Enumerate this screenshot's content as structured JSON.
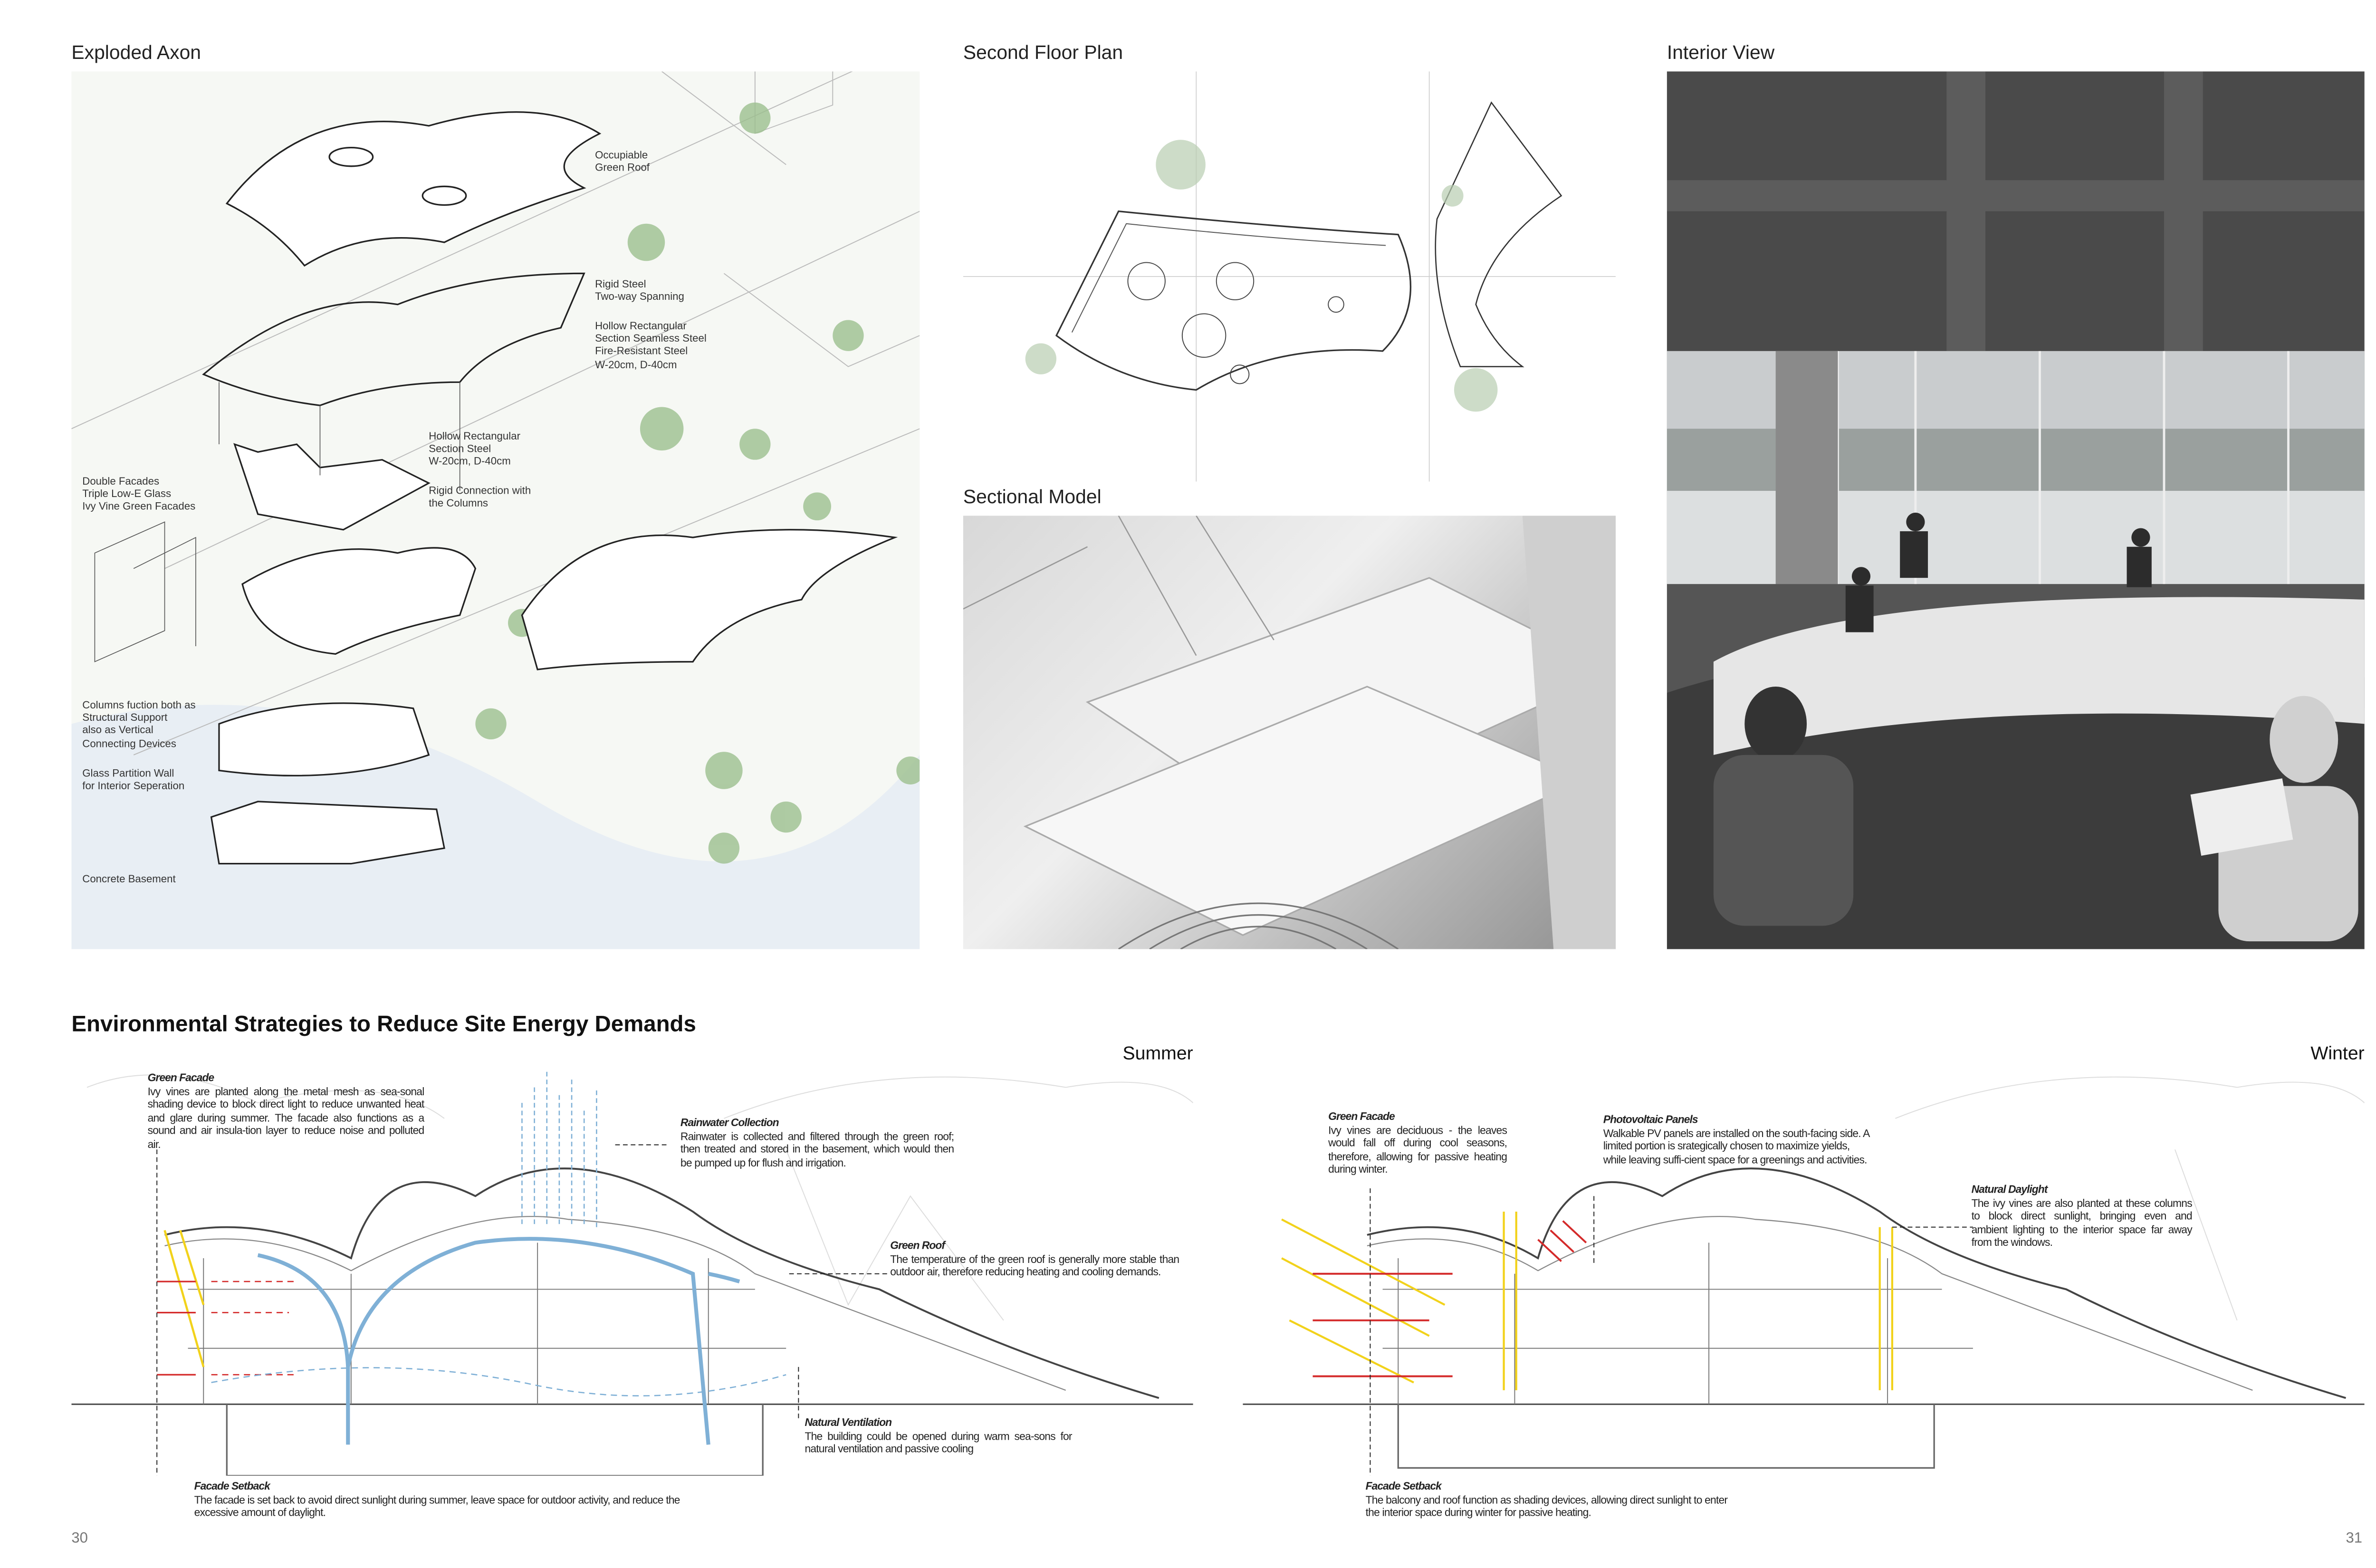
{
  "panels": {
    "axon": {
      "title": "Exploded Axon",
      "labels": {
        "green_roof": "Occupiable\nGreen Roof",
        "rigid_steel": "Rigid Steel\nTwo-way Spanning",
        "hollow_seamless": "Hollow Rectangular\nSection Seamless Steel\nFire-Resistant Steel\nW-20cm, D-40cm",
        "hollow_section": "Hollow Rectangular\nSection Steel\nW-20cm, D-40cm",
        "rigid_connection": "Rigid Connection with\nthe Columns",
        "double_facades": "Double Facades\nTriple Low-E Glass\nIvy Vine Green Facades",
        "columns": "Columns fuction both as\nStructural Support\nalso as Vertical\nConnecting Devices",
        "glass_partition": "Glass Partition Wall\nfor Interior Seperation",
        "basement": "Concrete Basement"
      }
    },
    "plan": {
      "title": "Second Floor Plan"
    },
    "model": {
      "title": "Sectional Model"
    },
    "interior": {
      "title": "Interior View"
    }
  },
  "environmental": {
    "heading": "Environmental Strategies to Reduce Site Energy Demands",
    "summer": {
      "label": "Summer",
      "green_facade": {
        "title": "Green Facade",
        "text": "Ivy vines are planted along the metal mesh as sea-sonal shading device to block direct light to reduce unwanted heat and glare during summer. The facade also functions as a sound and air insula-tion layer to reduce noise and polluted air."
      },
      "rainwater": {
        "title": "Rainwater Collection",
        "text": "Rainwater is collected and filtered through the green roof; then treated and stored in the basement, which would then be pumped up for flush and irrigation."
      },
      "green_roof": {
        "title": "Green Roof",
        "text": "The temperature of the green roof is generally more stable than outdoor air, therefore reducing heating and cooling demands."
      },
      "ventilation": {
        "title": "Natural Ventilation",
        "text": "The building could be opened during warm sea-sons for natural ventilation and passive cooling"
      },
      "setback": {
        "title": "Facade Setback",
        "text": "The facade is set back to avoid direct sunlight during summer,  leave space for outdoor activity, and reduce the excessive amount of daylight."
      }
    },
    "winter": {
      "label": "Winter",
      "green_facade": {
        "title": "Green Facade",
        "text": "Ivy vines are deciduous - the leaves would fall off during cool seasons, therefore, allowing for passive heating during winter."
      },
      "pv": {
        "title": "Photovoltaic Panels",
        "text": "Walkable PV panels are installed on the south-facing side. A limited portion is srategically chosen to maximize yields, while leaving suffi-cient space for a greenings and activities."
      },
      "daylight": {
        "title": "Natural Daylight",
        "text": "The ivy vines are also planted at these columns to block direct sunlight, bringing even and ambient lighting to the interior space far away from the windows."
      },
      "setback": {
        "title": "Facade Setback",
        "text": "The balcony and roof function as shading devices, allowing direct sunlight to enter the interior space during winter for passive heating."
      }
    }
  },
  "page_numbers": {
    "left": "30",
    "right": "31"
  },
  "colors": {
    "sun": "#f2d21b",
    "heat": "#d42a2a",
    "water": "#7fb0d6",
    "green": "#7aa06a"
  }
}
